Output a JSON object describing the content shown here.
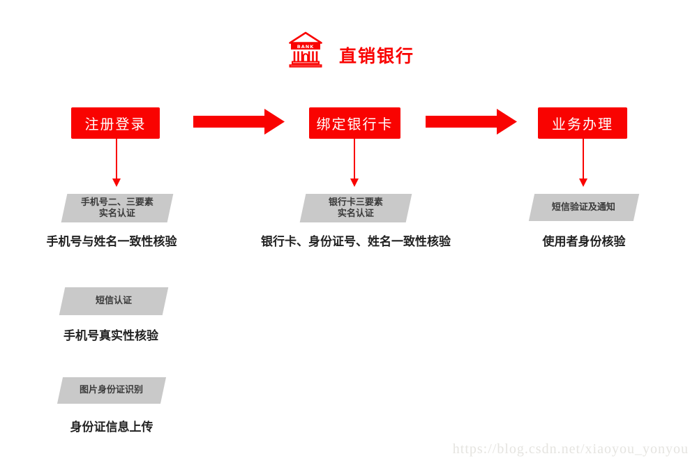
{
  "header": {
    "title": "直销银行",
    "bank_label": "BANK"
  },
  "colors": {
    "accent_red": "#f90301",
    "tag_gray": "#c9c9c9",
    "text_dark": "#222222",
    "watermark_gray": "#e5e4e0"
  },
  "flow": {
    "steps": [
      {
        "label": "注册登录"
      },
      {
        "label": "绑定银行卡"
      },
      {
        "label": "业务办理"
      }
    ]
  },
  "columns": [
    {
      "items": [
        {
          "tag_lines": [
            "手机号二、三要素",
            "实名认证"
          ],
          "desc": "手机号与姓名一致性核验"
        },
        {
          "tag_lines": [
            "短信认证"
          ],
          "desc": "手机号真实性核验"
        },
        {
          "tag_lines": [
            "图片身份证识别"
          ],
          "desc": "身份证信息上传"
        }
      ]
    },
    {
      "items": [
        {
          "tag_lines": [
            "银行卡三要素",
            "实名认证"
          ],
          "desc": "银行卡、身份证号、姓名一致性核验"
        }
      ]
    },
    {
      "items": [
        {
          "tag_lines": [
            "短信验证及通知"
          ],
          "desc": "使用者身份核验"
        }
      ]
    }
  ],
  "watermark": {
    "text": "https://blog.csdn.net/xiaoyou_yonyou"
  }
}
